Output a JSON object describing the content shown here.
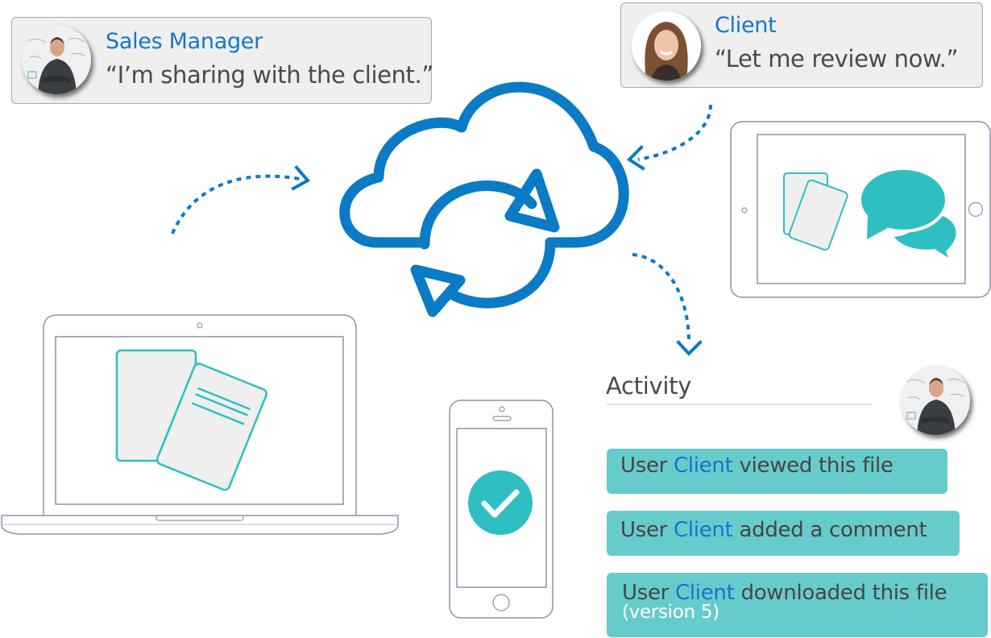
{
  "colors": {
    "primary_blue": "#0a7bc4",
    "name_blue": "#1a74c8",
    "teal": "#2ebfc2",
    "activity_bg": "#66cccb",
    "device_outline": "#8a93a6",
    "bubble_bg": "#efefef",
    "text_dark": "#4a4a4a"
  },
  "sales_manager": {
    "role": "Sales Manager",
    "quote": "“I’m sharing with the client.”",
    "avatar": "sales-manager-photo"
  },
  "client": {
    "role": "Client",
    "quote": "“Let me review now.”",
    "avatar": "client-photo"
  },
  "center": {
    "icon": "cloud-sync-icon"
  },
  "devices": {
    "laptop": {
      "icon": "laptop-icon",
      "content": "documents-icon"
    },
    "tablet": {
      "icon": "tablet-icon",
      "content": [
        "documents-icon",
        "chat-bubbles-icon"
      ]
    },
    "phone": {
      "icon": "phone-icon",
      "content": "checkmark-icon"
    }
  },
  "activity": {
    "title": "Activity",
    "avatar": "sales-manager-photo",
    "items": [
      {
        "prefix": "User",
        "user": "Client",
        "action": "viewed this file",
        "detail": ""
      },
      {
        "prefix": "User",
        "user": "Client",
        "action": "added a comment",
        "detail": ""
      },
      {
        "prefix": "User",
        "user": "Client",
        "action": "downloaded this file",
        "detail": "(version 5)"
      }
    ]
  }
}
